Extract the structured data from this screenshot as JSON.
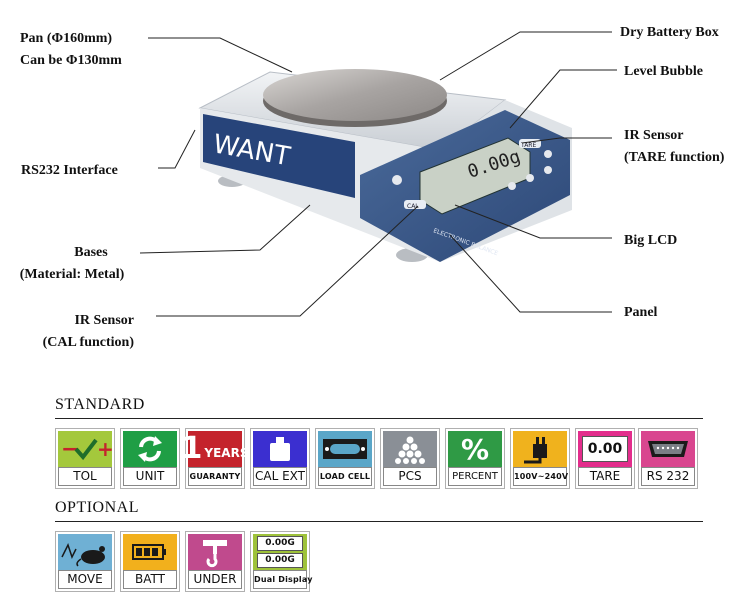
{
  "callouts": {
    "pan": {
      "line1": "Pan (Φ160mm)",
      "line2": "Can be Φ130mm"
    },
    "battery": "Dry Battery Box",
    "level": "Level Bubble",
    "ir_tare": {
      "line1": "IR Sensor",
      "line2": "(TARE function)"
    },
    "rs232": "RS232 Interface",
    "lcd": "Big LCD",
    "bases": {
      "line1": "Bases",
      "line2": "(Material: Metal)"
    },
    "panel": "Panel",
    "ir_cal": {
      "line1": "IR Sensor",
      "line2": "(CAL function)"
    }
  },
  "scale": {
    "brand": "WANT",
    "display": "0.00g",
    "panel_text": "ELECTRONIC BALANCE",
    "cal_key": "CAL",
    "tare_key": "TARE"
  },
  "sections": {
    "standard": "STANDARD",
    "optional": "OPTIONAL"
  },
  "standard": [
    {
      "label": "TOL",
      "icon": "check-plus-minus-icon",
      "bg": "#a4c83c"
    },
    {
      "label": "UNIT",
      "icon": "refresh-arrows-icon",
      "bg": "#1f9e45"
    },
    {
      "label": "GUARANTY",
      "icon": "one-year-icon",
      "bg": "#c4232c",
      "big": "1",
      "sub": "YEARS"
    },
    {
      "label": "CAL EXT",
      "icon": "weight-icon",
      "bg": "#3b2fd0"
    },
    {
      "label": "LOAD CELL",
      "icon": "load-cell-icon",
      "bg": "#5aa6c8"
    },
    {
      "label": "PCS",
      "icon": "stack-icon",
      "bg": "#8a8f96"
    },
    {
      "label": "PERCENT",
      "icon": "percent-icon",
      "bg": "#2f9a45"
    },
    {
      "label": "100V~240V",
      "icon": "plug-icon",
      "bg": "#f0b21d"
    },
    {
      "label": "TARE",
      "icon": "display-icon",
      "bg": "#e32d8c",
      "display": "0.00"
    },
    {
      "label": "RS 232",
      "icon": "serial-port-icon",
      "bg": "#d9468f"
    }
  ],
  "optional": [
    {
      "label": "MOVE",
      "icon": "mouse-icon",
      "bg": "#6fb0d4"
    },
    {
      "label": "BATT",
      "icon": "battery-icon",
      "bg": "#f2b01c"
    },
    {
      "label": "UNDER",
      "icon": "hook-icon",
      "bg": "#c04a8d"
    },
    {
      "label": "Dual Display",
      "icon": "dual-display-icon",
      "bg": "#9ec23a",
      "line1": "0.00G",
      "line2": "0.00G"
    }
  ]
}
